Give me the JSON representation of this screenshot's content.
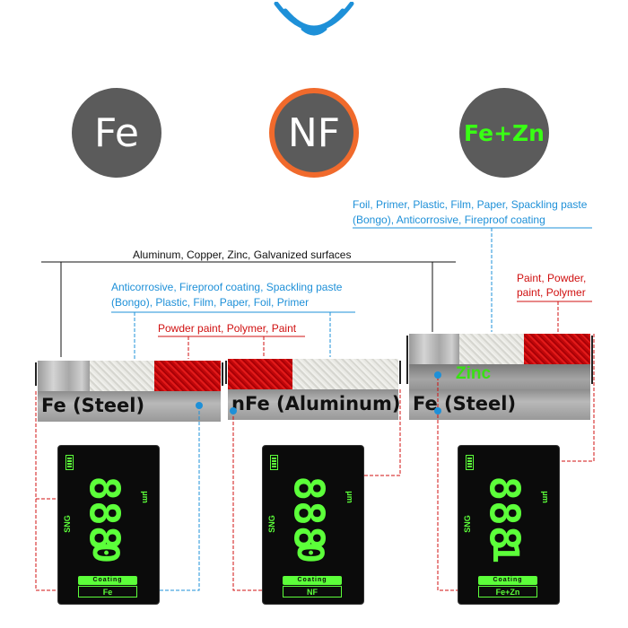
{
  "modes": [
    {
      "symbol": "Fe",
      "ring": "#5b5b5b",
      "text_color": "#ffffff"
    },
    {
      "symbol": "NF",
      "ring": "#f06a2c",
      "text_color": "#ffffff"
    },
    {
      "symbol": "Fe+Zn",
      "ring": "#5b5b5b",
      "text_color": "#39ff14"
    }
  ],
  "labels": {
    "top_right_blue": "Foil, Primer, Plastic, Film, Paper, Spackling paste (Bongo), Anticorrosive, Fireproof coating",
    "top_black": "Aluminum, Copper, Zinc, Galvanized surfaces",
    "mid_blue": "Anticorrosive, Fireproof coating, Spackling paste (Bongo), Plastic, Film, Paper, Foil, Primer",
    "mid_red": "Powder paint, Polymer, Paint",
    "right_red": "Paint, Powder, paint, Polymer"
  },
  "substrates": {
    "left": "Fe (Steel)",
    "middle": "nFe (Aluminum)",
    "right": "Fe (Steel)",
    "zinc": "Zinc"
  },
  "devices": [
    {
      "reading": "888",
      "sub_reading": "0",
      "mode": "Fe",
      "coating": "Coating",
      "brand": "SNG",
      "unit": "μm"
    },
    {
      "reading": "888",
      "sub_reading": "0",
      "mode": "NF",
      "coating": "Coating",
      "brand": "SNG",
      "unit": "μm"
    },
    {
      "reading": "888",
      "sub_reading": "1",
      "mode": "Fe+Zn",
      "coating": "Coating",
      "brand": "SNG",
      "unit": "μm"
    }
  ],
  "colors": {
    "accent_blue": "#1e90d8",
    "accent_red": "#d01010",
    "lcd_green": "#5cff3a"
  }
}
